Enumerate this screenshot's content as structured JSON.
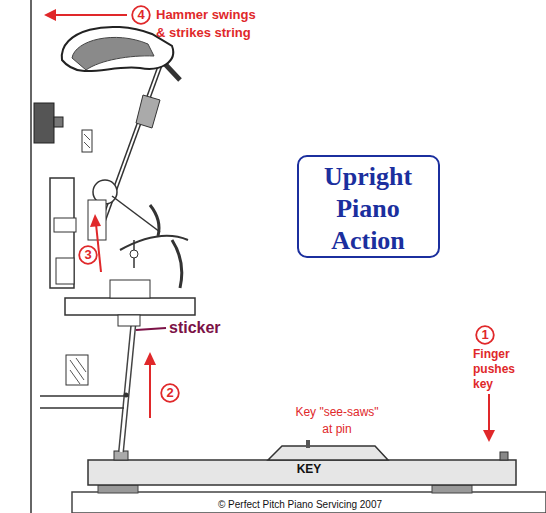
{
  "diagram": {
    "nodes": [
      {
        "text": [
          "4"
        ]
      },
      {
        "text": [
          "Upright Piano Action"
        ]
      },
      {
        "text": [
          "3"
        ]
      },
      {
        "text": [
          "1"
        ]
      },
      {
        "text": [
          "2"
        ]
      }
    ],
    "labels": [
      "Hammer swings & strikes string",
      "sticker",
      "Finger pushes key",
      "Key \"see-saws\" at pin",
      "KEY",
      "© Perfect Pitch Piano Servicing 2007"
    ]
  }
}
